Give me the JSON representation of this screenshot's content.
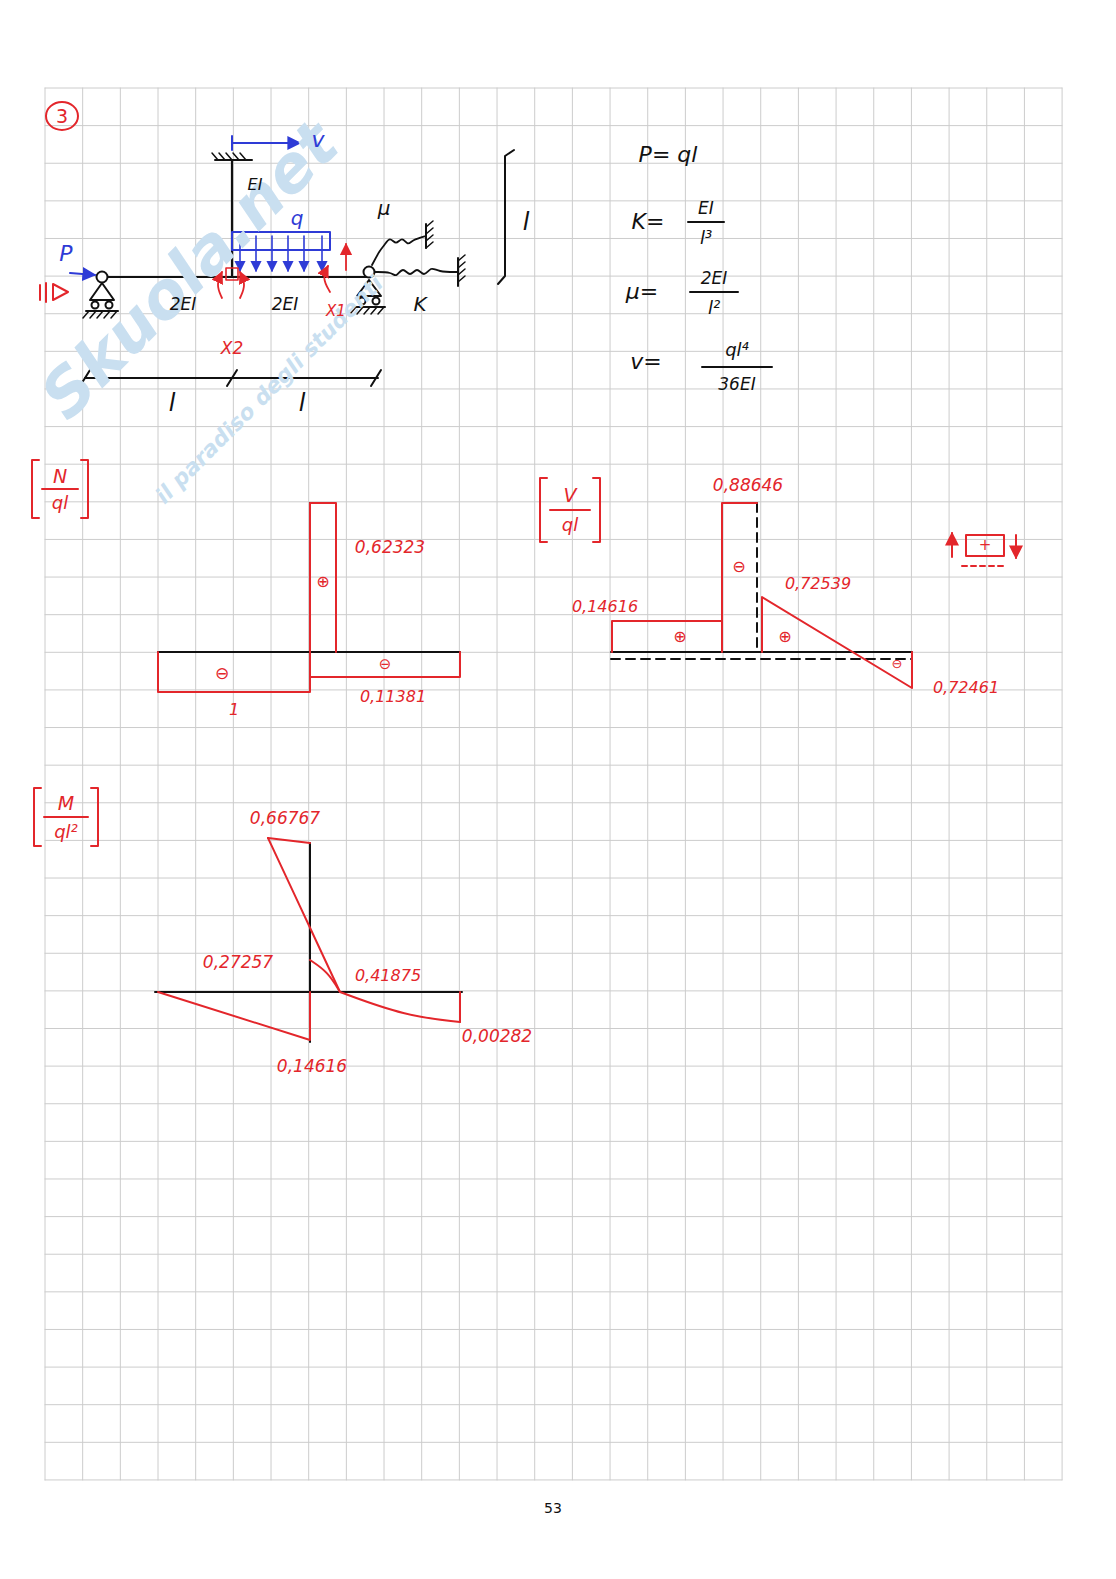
{
  "diagram": {
    "nodes": [
      {
        "text": [
          "3"
        ]
      }
    ],
    "labels": [
      "Skuola.net",
      "il paradiso degli studenti",
      "v",
      "EI",
      "q",
      "μ",
      "P",
      "2EI",
      "2EI",
      "K",
      "X1",
      "X2",
      "l",
      "l",
      "l",
      "P= ql",
      "K=",
      "EI",
      "l³",
      "μ=",
      "2EI",
      "l²",
      "v=",
      "ql⁴",
      "36EI",
      "N",
      "ql",
      "0,62323",
      "⊕",
      "⊖",
      "1",
      "⊖",
      "0,11381",
      "V",
      "ql",
      "0,88646",
      "⊖",
      "0,14616",
      "⊕",
      "0,72539",
      "⊕",
      "⊖",
      "0,72461",
      "+",
      "M",
      "ql²",
      "0,66767",
      "0,27257",
      "0,41875",
      "0,14616",
      "0,00282",
      "53"
    ]
  }
}
